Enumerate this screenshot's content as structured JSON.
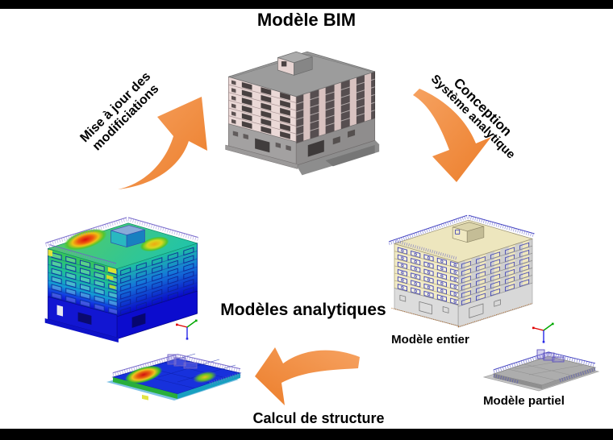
{
  "diagram": {
    "title": "Modèle BIM",
    "center_label": "Modèles analytiques",
    "bottom_label": "Calcul de structure",
    "arrows": {
      "update": {
        "line1": "Mise à jour des",
        "line2": "modificiations"
      },
      "design": {
        "line1": "Conception",
        "line2": "Système analytique"
      }
    },
    "models": {
      "full": "Modèle entier",
      "partial": "Modèle partiel"
    }
  },
  "colors": {
    "text": "#000000",
    "frame_bar": "#000000",
    "arrow_orange": "#EF8A3E",
    "bim_wall_pink": "#EBD9D7",
    "bim_roof_gray": "#9C9C9C",
    "analytic_wall_cream": "#F2EBC6",
    "wireframe_blue": "#3E3EC0",
    "railing_purple": "#8A7ACF",
    "fea_hot_red": "#D90E0E",
    "fea_warm_yellow": "#EDC215",
    "fea_mid_green": "#37C655",
    "fea_cold_blue": "#0D0FD2",
    "triad_x_red": "#E00000",
    "triad_y_green": "#00A800",
    "triad_z_blue": "#2828E8"
  }
}
